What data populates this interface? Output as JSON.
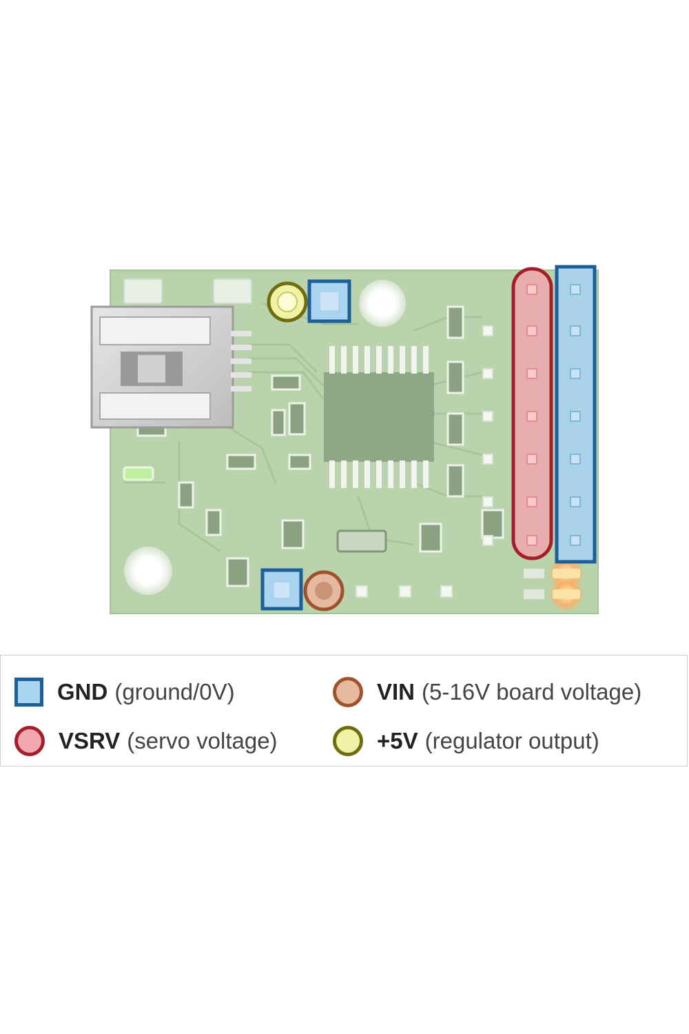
{
  "colors": {
    "gnd_stroke": "#1c5f9a",
    "gnd_fill": "#a9d3ef",
    "vsrv_stroke": "#a3202a",
    "vsrv_fill": "#f0a7ad",
    "vin_stroke": "#a0522d",
    "vin_fill": "#e5b9a0",
    "v5_stroke": "#6e6e10",
    "v5_fill": "#f2f2a6",
    "board": "#b8d3ac",
    "legend_border": "#cfcfcf"
  },
  "legend": {
    "items": [
      {
        "id": "gnd",
        "key": "GND",
        "desc": "(ground/0V)",
        "shape": "square",
        "icon": "square-swatch-icon"
      },
      {
        "id": "vin",
        "key": "VIN",
        "desc": "(5-16V board voltage)",
        "shape": "circle",
        "icon": "circle-swatch-icon"
      },
      {
        "id": "vsrv",
        "key": "VSRV",
        "desc": "(servo voltage)",
        "shape": "circle",
        "icon": "circle-swatch-icon"
      },
      {
        "id": "v5",
        "key": "+5V",
        "desc": "(regulator output)",
        "shape": "circle",
        "icon": "circle-swatch-icon"
      }
    ]
  }
}
